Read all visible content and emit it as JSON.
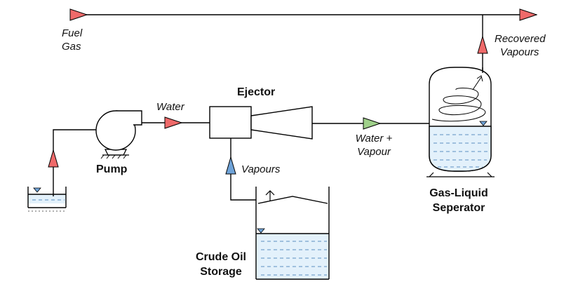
{
  "labels": {
    "fuel_gas": [
      "Fuel",
      "Gas"
    ],
    "recovered_vapours": [
      "Recovered",
      "Vapours"
    ],
    "ejector": "Ejector",
    "water": "Water",
    "pump": "Pump",
    "water_vapour": [
      "Water +",
      "Vapour"
    ],
    "vapours": "Vapours",
    "separator": [
      "Gas-Liquid",
      "Seperator"
    ],
    "crude_oil_storage": [
      "Crude Oil",
      "Storage"
    ]
  },
  "colors": {
    "flow_arrow_red": "#ef6a6a",
    "flow_arrow_green": "#9fd08a",
    "flow_arrow_blue": "#6fa3d8",
    "liquid_fill": "#e3f1fb",
    "liquid_dash": "#5b8fc2",
    "line": "#000000"
  },
  "icons": {
    "flow_arrow": "triangle",
    "liquid_level": "inverted-triangle-icon",
    "vent": "vent-cap-icon",
    "vortex": "spiral-icon"
  }
}
